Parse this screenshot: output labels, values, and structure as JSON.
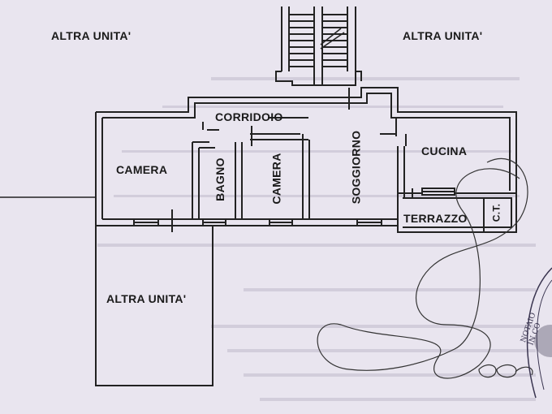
{
  "labels": {
    "altra_unita_top_left": "ALTRA UNITA'",
    "altra_unita_top_right": "ALTRA UNITA'",
    "altra_unita_bottom": "ALTRA UNITA'",
    "corridoio": "CORRIDOIO",
    "camera_1": "CAMERA",
    "bagno": "BAGNO",
    "camera_2": "CAMERA",
    "soggiorno": "SOGGIORNO",
    "cucina": "CUCINA",
    "terrazzo": "TERRAZZO",
    "ct": "C.T."
  },
  "stamp": {
    "text": "NOTAIO IN CO"
  },
  "colors": {
    "paper": "#e9e5ef",
    "ink": "#1a1a1a"
  }
}
